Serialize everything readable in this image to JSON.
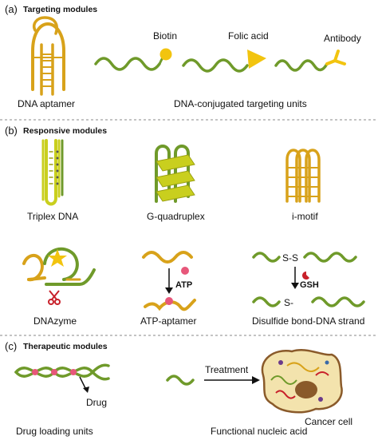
{
  "sections": {
    "a": {
      "letter": "(a)",
      "title": "Targeting modules"
    },
    "b": {
      "letter": "(b)",
      "title": "Responsive modules"
    },
    "c": {
      "letter": "(c)",
      "title": "Therapeutic modules"
    }
  },
  "targeting": {
    "aptamer_label": "DNA aptamer",
    "units_label": "DNA-conjugated targeting units",
    "biotin": "Biotin",
    "folic_acid": "Folic acid",
    "antibody": "Antibody"
  },
  "responsive": {
    "triplex": "Triplex DNA",
    "gquad": "G-quadruplex",
    "imotif": "i-motif",
    "dnazyme": "DNAzyme",
    "atp_aptamer": "ATP-aptamer",
    "disulfide": "Disulfide bond-DNA strand",
    "atp_tag": "ATP",
    "gsh_tag": "GSH",
    "ss_text": "S-S",
    "s_text": "S-"
  },
  "therapeutic": {
    "drug_loading": "Drug loading units",
    "drug": "Drug",
    "treatment": "Treatment",
    "functional": "Functional nucleic acid",
    "cancer_cell": "Cancer cell"
  },
  "colors": {
    "green": "#6f9a2a",
    "gold": "#d8a21a",
    "yellow": "#f2c40f",
    "lime": "#c9cf1e",
    "pink": "#e7577a",
    "red": "#c8202a",
    "cell_fill": "#f3e3ad",
    "nucleus": "#8a5a2a"
  }
}
